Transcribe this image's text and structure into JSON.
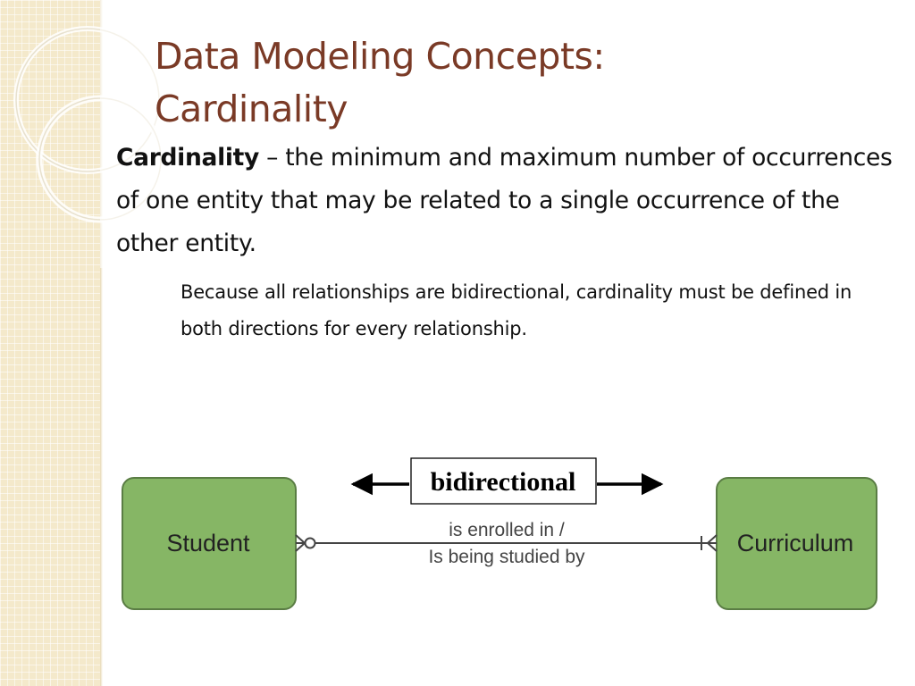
{
  "slide": {
    "title_line1": "Data Modeling Concepts:",
    "title_line2": "Cardinality",
    "definition_term": "Cardinality",
    "definition_text": " – the minimum and maximum number of occurrences of one entity that may be related to a single occurrence of the other entity.",
    "note_text": "Because all relationships are bidirectional, cardinality must be defined in both directions for every relationship."
  },
  "diagram": {
    "direction_label": "bidirectional",
    "left_entity": "Student",
    "right_entity": "Curriculum",
    "relationship_line1": "is enrolled in /",
    "relationship_line2": "Is being studied by",
    "entity_fill": "#86b665",
    "entity_stroke": "#5a7d44"
  },
  "colors": {
    "title": "#7a3a26",
    "sidebar": "#f4e9cb"
  }
}
